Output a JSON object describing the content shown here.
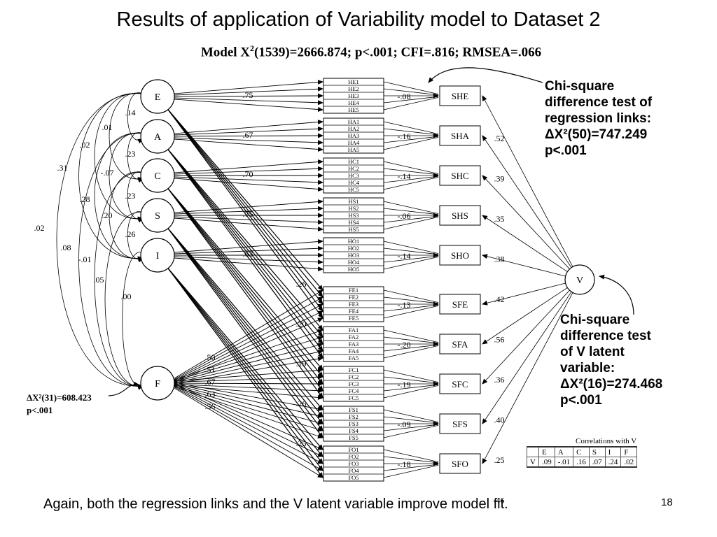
{
  "slide": {
    "title": "Results of application of Variability model to Dataset 2",
    "model_stats": {
      "prefix": "Model X",
      "sup": "2",
      "rest": "(1539)=2666.874; p<.001; CFI=.816; RMSEA=.066"
    },
    "footer": "Again, both the regression links and the V latent variable improve model fit.",
    "page_number": "18"
  },
  "annotations": {
    "regression": [
      "Chi-square",
      "difference test of",
      "regression links:",
      "ΔX²(50)=747.249",
      "p<.001"
    ],
    "v_latent": [
      "Chi-square",
      "difference test",
      "of V latent",
      "variable:",
      "ΔX²(16)=274.468",
      "p<.001"
    ],
    "f_factor": [
      "ΔX²(31)=608.423",
      "p<.001"
    ]
  },
  "correlations_table": {
    "title": "Correlations with V",
    "headers": [
      "",
      "E",
      "A",
      "C",
      "S",
      "I",
      "F"
    ],
    "row": [
      "V",
      ".09",
      "-.01",
      ".16",
      ".07",
      ".24",
      ".02"
    ]
  },
  "diagram": {
    "latent_factors": [
      "E",
      "A",
      "C",
      "S",
      "I"
    ],
    "general_factor": "F",
    "variability_factor": "V",
    "h_groups": [
      {
        "items": [
          "HE1",
          "HE2",
          "HE3",
          "HE4",
          "HE5"
        ],
        "factor_loading": ".75",
        "sd_path": "-.08",
        "sd_label": "SHE",
        "v_loading": ".52"
      },
      {
        "items": [
          "HA1",
          "HA2",
          "HA3",
          "HA4",
          "HA5"
        ],
        "factor_loading": ".67",
        "sd_path": "-.16",
        "sd_label": "SHA",
        "v_loading": ".39"
      },
      {
        "items": [
          "HC1",
          "HC2",
          "HC3",
          "HC4",
          "HC5"
        ],
        "factor_loading": ".70",
        "sd_path": "-.14",
        "sd_label": "SHC",
        "v_loading": ".35"
      },
      {
        "items": [
          "HS1",
          "HS2",
          "HS3",
          "HS4",
          "HS5"
        ],
        "factor_loading": ".75",
        "sd_path": "-.06",
        "sd_label": "SHS",
        "v_loading": ".38"
      },
      {
        "items": [
          "HO1",
          "HO2",
          "HO3",
          "HO4",
          "HO5"
        ],
        "factor_loading": ".63",
        "sd_path": "-.14",
        "sd_label": "SHO",
        "v_loading": ".42"
      }
    ],
    "f_groups": [
      {
        "items": [
          "FE1",
          "FE2",
          "FE3",
          "FE4",
          "FE5"
        ],
        "cross_loading": ".26",
        "sd_path": "-.13",
        "sd_label": "SFE",
        "v_loading": ".56"
      },
      {
        "items": [
          "FA1",
          "FA2",
          "FA3",
          "FA4",
          "FA5"
        ],
        "cross_loading": ".20",
        "sd_path": "-.20",
        "sd_label": "SFA",
        "v_loading": ".36"
      },
      {
        "items": [
          "FC1",
          "FC2",
          "FC3",
          "FC4",
          "FC5"
        ],
        "cross_loading": ".19",
        "sd_path": "-.19",
        "sd_label": "SFC",
        "v_loading": ".40"
      },
      {
        "items": [
          "FS1",
          "FS2",
          "FS3",
          "FS4",
          "FS5"
        ],
        "cross_loading": ".26",
        "sd_path": "-.09",
        "sd_label": "SFS",
        "v_loading": ".25"
      },
      {
        "items": [
          "FO1",
          "FO2",
          "FO3",
          "FO4",
          "FO5"
        ],
        "cross_loading": ".25",
        "sd_path": "-.18",
        "sd_label": "SFO",
        "v_loading": ".46"
      }
    ],
    "f_loadings": [
      ".50",
      ".51",
      ".67",
      ".63",
      ".56"
    ],
    "correlations": [
      ".14",
      ".01",
      ".23",
      ".02",
      "-.07",
      ".23",
      ".31",
      ".28",
      ".20",
      ".26",
      ".02",
      ".08",
      "-.01",
      ".05",
      ".00"
    ]
  }
}
